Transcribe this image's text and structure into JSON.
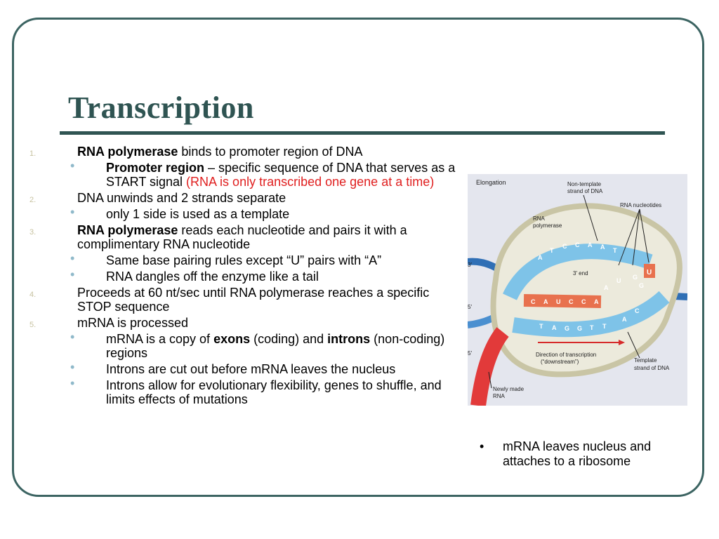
{
  "title": "Transcription",
  "items": [
    {
      "num": "1.",
      "parts": [
        {
          "t": "RNA polymerase",
          "b": true
        },
        {
          "t": " binds to promoter region of DNA"
        }
      ]
    },
    {
      "parts": [
        {
          "t": "Promoter region",
          "b": true
        },
        {
          "t": " – specific sequence of DNA that serves as a START signal "
        },
        {
          "t": "(RNA is only transcribed one gene at a time)",
          "red": true
        }
      ]
    },
    {
      "num": "2.",
      "parts": [
        {
          "t": "DNA unwinds and 2 strands separate"
        }
      ]
    },
    {
      "parts": [
        {
          "t": "only 1 side is used as a template"
        }
      ]
    },
    {
      "num": "3.",
      "parts": [
        {
          "t": "RNA polymerase",
          "b": true
        },
        {
          "t": " reads each nucleotide and pairs it with a complimentary RNA nucleotide"
        }
      ]
    },
    {
      "parts": [
        {
          "t": "Same base pairing rules except “U” pairs with “A”"
        }
      ]
    },
    {
      "parts": [
        {
          "t": "RNA dangles off the enzyme like a tail"
        }
      ]
    },
    {
      "num": "4.",
      "parts": [
        {
          "t": "Proceeds at 60 nt/sec until RNA polymerase reaches a specific STOP sequence"
        }
      ]
    },
    {
      "num": "5.",
      "parts": [
        {
          "t": "mRNA is processed"
        }
      ]
    },
    {
      "parts": [
        {
          "t": "mRNA is a copy of "
        },
        {
          "t": "exons",
          "b": true
        },
        {
          "t": " (coding) and "
        },
        {
          "t": "introns",
          "b": true
        },
        {
          "t": " (non-coding) regions"
        }
      ]
    },
    {
      "parts": [
        {
          "t": "Introns are cut out before mRNA leaves the nucleus"
        }
      ]
    },
    {
      "parts": [
        {
          "t": "Introns allow for evolutionary flexibility, genes to shuffle, and limits effects of mutations"
        }
      ]
    }
  ],
  "side_bullet": "mRNA leaves nucleus and attaches to a ribosome",
  "figure": {
    "heading": "Elongation",
    "label_nontemplate_1": "Non-template",
    "label_nontemplate_2": "strand of DNA",
    "label_nucleotides": "RNA nucleotides",
    "label_polymerase_1": "RNA",
    "label_polymerase_2": "polymerase",
    "label_3end": "3′ end",
    "label_3prime": "3′",
    "label_5prime": "5′",
    "label_5prime_low": "5′",
    "label_direction_1": "Direction of transcription",
    "label_direction_2": "(“downstream”)",
    "label_template_1": "Template",
    "label_template_2": "strand of DNA",
    "label_newrna_1": "Newly made",
    "label_newrna_2": "RNA",
    "top_bases": [
      "A",
      "T",
      "C",
      "C",
      "A",
      "A",
      "T",
      "G",
      "G"
    ],
    "rna_bases": [
      "C",
      "A",
      "U",
      "C",
      "C",
      "A",
      "A",
      "U"
    ],
    "bottom_bases": [
      "T",
      "A",
      "G",
      "G",
      "T",
      "T",
      "A",
      "C"
    ],
    "free_nucleotide": "U"
  }
}
